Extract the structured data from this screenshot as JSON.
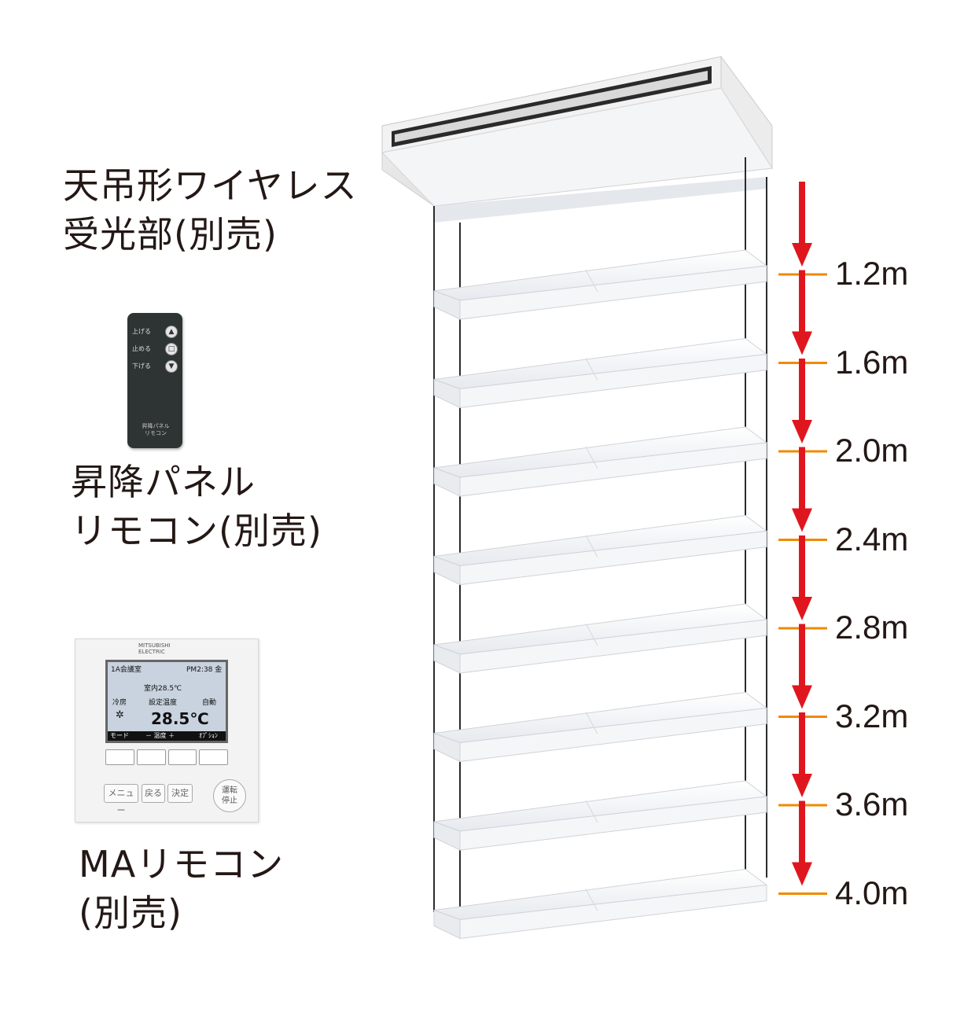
{
  "labels": {
    "receiver_line1": "天吊形ワイヤレス",
    "receiver_line2": "受光部(別売)",
    "lift_remote_line1": "昇降パネル",
    "lift_remote_line2": "リモコン(別売)",
    "ma_remote_line1": "MAリモコン",
    "ma_remote_line2": "(別売)"
  },
  "lift_remote": {
    "up": "上げる",
    "stop": "止める",
    "down": "下げる",
    "footer": "昇降パネル リモコン"
  },
  "ma_remote": {
    "brand_line1": "MITSUBISHI",
    "brand_line2": "ELECTRIC",
    "room": "1A会議室",
    "clock": "PM2:38 金",
    "mode": "冷房",
    "room_temp": "室内28.5℃",
    "set_label": "設定温度",
    "set_temp": "28.5℃",
    "fan": "自動",
    "bar_left": "モード",
    "bar_mid": "－ 温度 ＋",
    "bar_right": "ｵﾌﾟｼｮﾝ",
    "menu": "メニュー",
    "back": "戻る",
    "ok": "決定",
    "run_stop_1": "運転",
    "run_stop_2": "停止"
  },
  "descent_levels": [
    "1.2m",
    "1.6m",
    "2.0m",
    "2.4m",
    "2.8m",
    "3.2m",
    "3.6m",
    "4.0m"
  ],
  "colors": {
    "arrow": "#e0161e",
    "tick": "#f08a00",
    "text": "#231815",
    "wire": "#2b2b2b"
  }
}
